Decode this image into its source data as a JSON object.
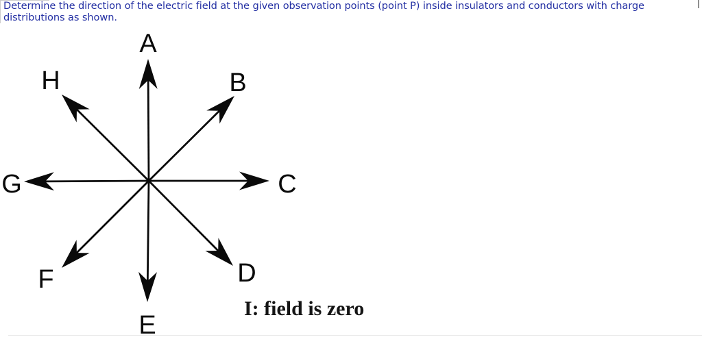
{
  "question": {
    "text": "Determine the direction of the electric field at the given observation points (point P) inside insulators and conductors with charge distributions as shown."
  },
  "diagram": {
    "arrows": [
      {
        "label": "A",
        "direction": "up"
      },
      {
        "label": "B",
        "direction": "up-right"
      },
      {
        "label": "C",
        "direction": "right"
      },
      {
        "label": "D",
        "direction": "down-right"
      },
      {
        "label": "E",
        "direction": "down"
      },
      {
        "label": "F",
        "direction": "down-left"
      },
      {
        "label": "G",
        "direction": "left"
      },
      {
        "label": "H",
        "direction": "up-left"
      }
    ],
    "zero_option_text": "I: field is zero"
  },
  "colors": {
    "question_text": "#232fa3",
    "diagram_ink": "#0a0a0a",
    "zero_text": "#151515"
  }
}
